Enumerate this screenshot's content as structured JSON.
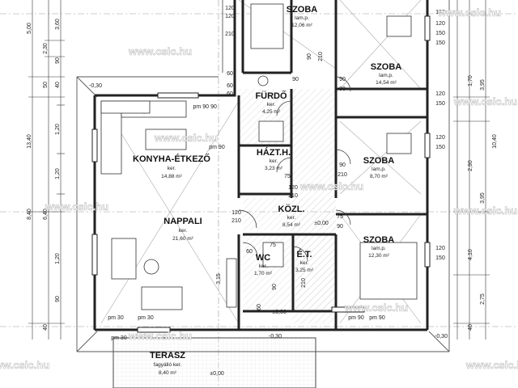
{
  "watermark": "www.csic.hu",
  "rooms": [
    {
      "id": "szoba-1",
      "name": "SZOBA",
      "line1": "lam.p.",
      "line2": "12,06 m²"
    },
    {
      "id": "szoba-2",
      "name": "SZOBA",
      "line1": "lam.p.",
      "line2": "14,54 m²"
    },
    {
      "id": "furdo",
      "name": "FÜRDŐ",
      "line1": "ker.",
      "line2": "4,25 m²"
    },
    {
      "id": "konyha",
      "name": "KONYHA-ÉTKEZŐ",
      "line1": "ker.",
      "line2": "14,88 m²"
    },
    {
      "id": "haztb",
      "name": "HÁZT.H.",
      "line1": "ker.",
      "line2": "3,23 m²"
    },
    {
      "id": "szoba-3",
      "name": "SZOBA",
      "line1": "lam.p.",
      "line2": "8,70 m²"
    },
    {
      "id": "kozl",
      "name": "KÖZL.",
      "line1": "ker.",
      "line2": "8,54 m²"
    },
    {
      "id": "nappali",
      "name": "NAPPALI",
      "line1": "ker.",
      "line2": "21,60 m²"
    },
    {
      "id": "szoba-4",
      "name": "SZOBA",
      "line1": "lam.p.",
      "line2": "12,30 m²"
    },
    {
      "id": "wc",
      "name": "WC",
      "line1": "ker.",
      "line2": "1,70 m²"
    },
    {
      "id": "et",
      "name": "É.T.",
      "line1": "ker.",
      "line2": "3,25 m²"
    },
    {
      "id": "terasz",
      "name": "TERASZ",
      "line1": "fagyálló ker.",
      "line2": "8,40 m²"
    }
  ],
  "dims_left": [
    "5,00",
    "13,40",
    "8,40",
    "6,40",
    "2,30",
    "3,60",
    "50",
    "40",
    "90",
    "1,20",
    "1,20",
    "1,20",
    "90",
    "40"
  ],
  "dims_right": [
    "3,95",
    "1,70",
    "3,95",
    "2,90",
    "4,10",
    "2,75",
    "10,40",
    "40"
  ],
  "dims_plan": [
    "120",
    "120",
    "210",
    "210",
    "60",
    "90",
    "90",
    "90",
    "90",
    "60",
    "60",
    "90",
    "75",
    "120",
    "210",
    "120",
    "210",
    "75",
    "60",
    "60",
    "90",
    "210",
    "210",
    "90",
    "75",
    "90",
    "150",
    "150",
    "150",
    "150",
    "150",
    "120",
    "120",
    "120",
    "120",
    "120"
  ],
  "levels": [
    "±0,00",
    "±0,00",
    "±0,00",
    "-0,30",
    "-0,30",
    "-0,30"
  ],
  "misc": [
    "pm 90",
    "pm 90",
    "pm 30",
    "pm 30",
    "pm 30",
    "pm 90",
    "pm 90",
    "3,15"
  ]
}
